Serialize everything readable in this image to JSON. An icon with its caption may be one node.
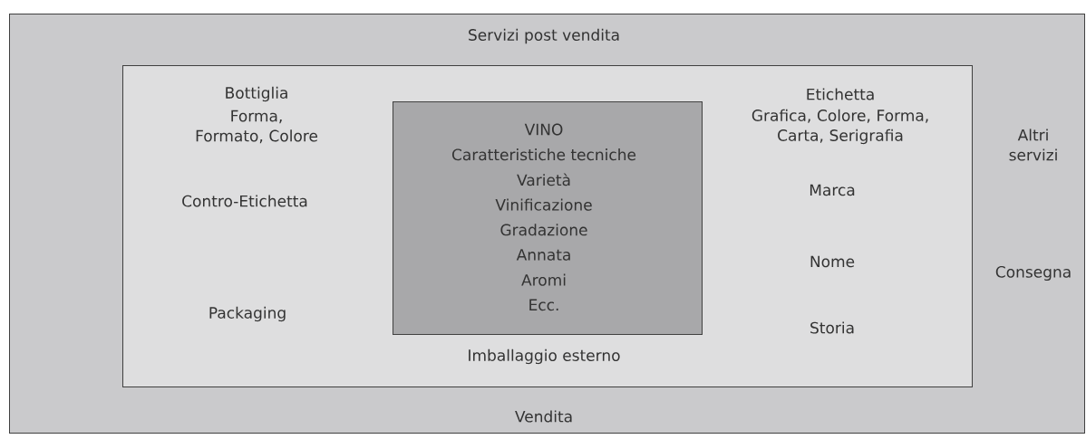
{
  "diagram": {
    "nodes": [
      {
        "text": [
          "Servizi post vendita",
          "Altri servizi",
          "Consegna",
          "Vendita"
        ]
      },
      {
        "text": [
          "Bottiglia",
          "Forma, Formato, Colore",
          "Contro-Etichetta",
          "Packaging",
          "Etichetta",
          "Grafica, Colore, Forma, Carta, Serigrafia",
          "Marca",
          "Nome",
          "Storia",
          "Imballaggio esterno"
        ],
        "in": 0
      },
      {
        "text": [
          "VINO",
          "Caratteristiche tecniche",
          "Varietà",
          "Vinificazione",
          "Gradazione",
          "Annata",
          "Aromi",
          "Ecc."
        ],
        "in": 1
      }
    ]
  }
}
